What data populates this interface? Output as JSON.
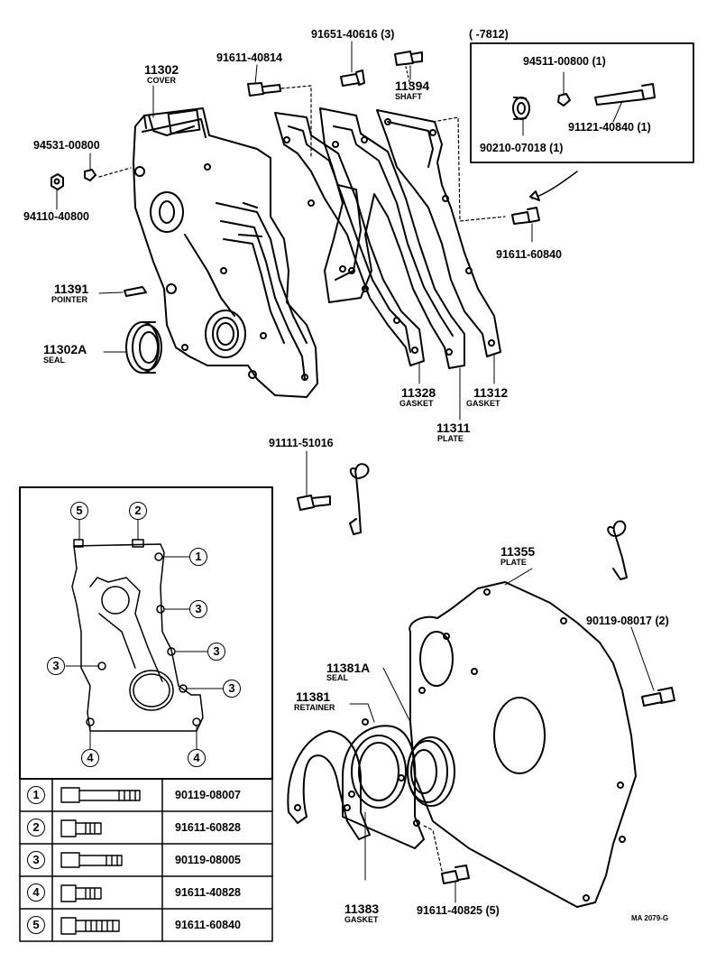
{
  "diagram": {
    "code": "MA 2079-G",
    "serial_range": "(        -7812)",
    "parts": {
      "p91651_40616": "91651-40616 (3)",
      "p91611_40814": "91611-40814",
      "p11302": "11302",
      "p11302_name": "COVER",
      "p11394": "11394",
      "p11394_name": "SHAFT",
      "p94511_00800": "94511-00800 (1)",
      "p91121_40840": "91121-40840 (1)",
      "p90210_07018": "90210-07018 (1)",
      "p94531_00800": "94531-00800",
      "p94110_40800": "94110-40800",
      "p91611_60840": "91611-60840",
      "p11391": "11391",
      "p11391_name": "POINTER",
      "p11302A": "11302A",
      "p11302A_name": "SEAL",
      "p11328": "11328",
      "p11328_name": "GASKET",
      "p11312": "11312",
      "p11312_name": "GASKET",
      "p11311": "11311",
      "p11311_name": "PLATE",
      "p91111_51016": "91111-51016",
      "p11355": "11355",
      "p11355_name": "PLATE",
      "p90119_08017": "90119-08017 (2)",
      "p11381A": "11381A",
      "p11381A_name": "SEAL",
      "p11381": "11381",
      "p11381_name": "RETAINER",
      "p11383": "11383",
      "p11383_name": "GASKET",
      "p91611_40825": "91611-40825 (5)"
    },
    "bolt_callouts": [
      "5",
      "2",
      "1",
      "3",
      "3",
      "3",
      "3",
      "4",
      "4"
    ],
    "bolt_table": [
      {
        "key": "1",
        "part": "90119-08007"
      },
      {
        "key": "2",
        "part": "91611-60828"
      },
      {
        "key": "3",
        "part": "90119-08005"
      },
      {
        "key": "4",
        "part": "91611-40828"
      },
      {
        "key": "5",
        "part": "91611-60840"
      }
    ]
  }
}
